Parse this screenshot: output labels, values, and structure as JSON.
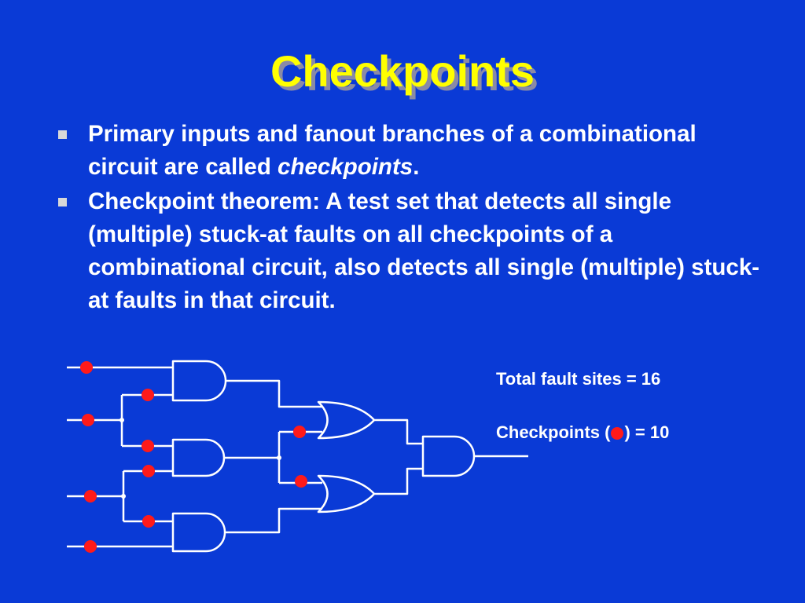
{
  "slide": {
    "title": "Checkpoints",
    "bullets": [
      {
        "text_before": "Primary inputs and fanout branches of a combinational circuit are called ",
        "emphasis": "checkpoints",
        "text_after": "."
      },
      {
        "text_before": "Checkpoint theorem: A test set that detects all single (multiple) stuck-at faults on all checkpoints of a combinational circuit, also detects all single (multiple) stuck-at faults in that circuit.",
        "emphasis": "",
        "text_after": ""
      }
    ]
  },
  "notes": {
    "total_fault_sites": "Total fault sites = 16",
    "checkpoints_prefix": "Checkpoints (",
    "checkpoints_suffix": ") = 10"
  },
  "colors": {
    "background": "#0a3ad6",
    "title": "#ffff00",
    "text": "#ffffff",
    "checkpoint_dot": "#ff1a1a"
  },
  "icons": {
    "bullet": "square-bullet-icon",
    "checkpoint": "red-dot-icon"
  }
}
